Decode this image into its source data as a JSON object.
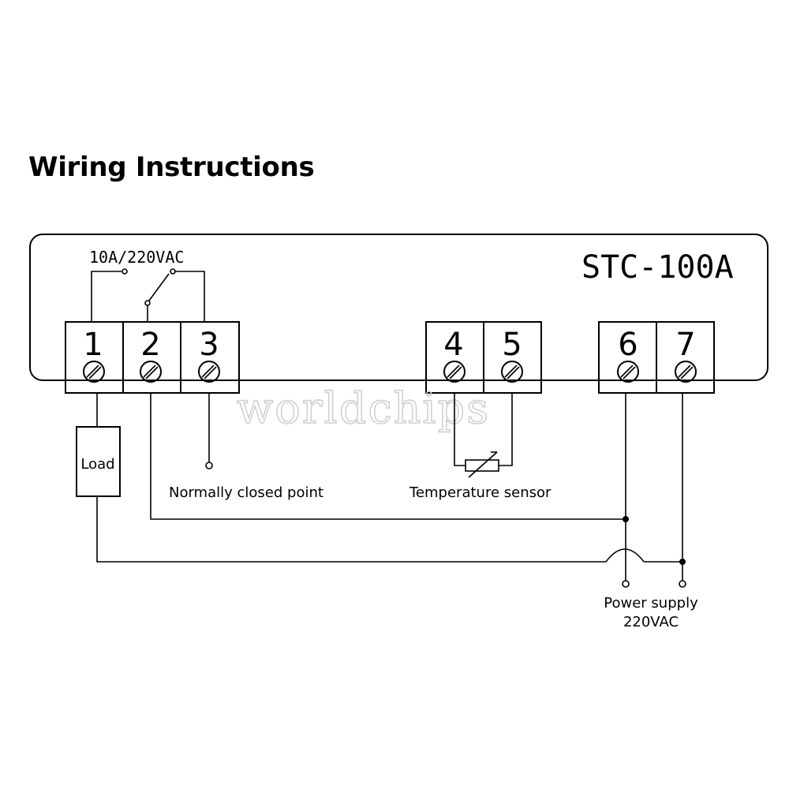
{
  "title": "Wiring Instructions",
  "device": {
    "model": "STC-100A",
    "relay_rating": "10A/220VAC"
  },
  "terminals": [
    "1",
    "2",
    "3",
    "4",
    "5",
    "6",
    "7"
  ],
  "labels": {
    "load": "Load",
    "normally_closed": "Normally closed point",
    "temp_sensor": "Temperature sensor",
    "power_line1": "Power supply",
    "power_line2": "220VAC"
  },
  "watermark": "worldchips"
}
